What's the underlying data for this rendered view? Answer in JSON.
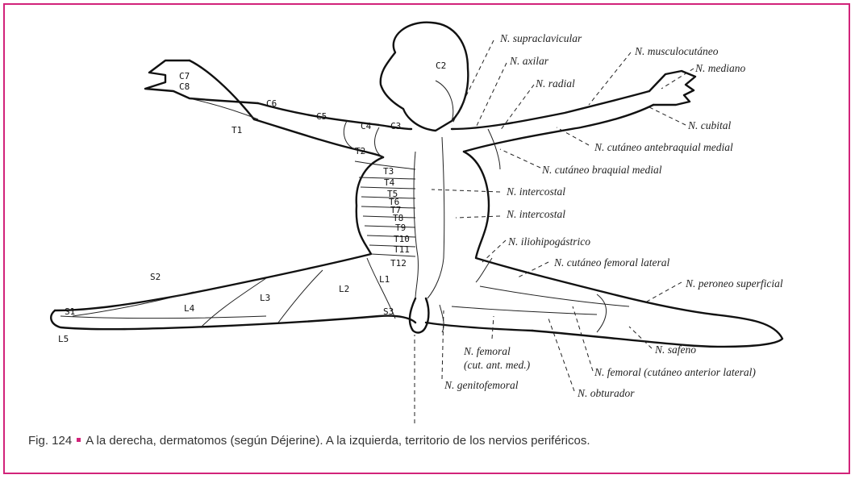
{
  "figure": {
    "nerve_labels": [
      "N. supraclavicular",
      "N. axilar",
      "N. musculocutáneo",
      "N. mediano",
      "N. radial",
      "N. cubital",
      "N. cutáneo antebraquial medial",
      "N. cutáneo braquial medial",
      "N. intercostal",
      "N. intercostal",
      "N. iliohipogástrico",
      "N. cutáneo femoral lateral",
      "N. peroneo superficial",
      "N. safeno",
      "N. femoral",
      "(cut. ant. med.)",
      "N. femoral (cutáneo anterior lateral)",
      "N. genitofemoral",
      "N. obturador"
    ],
    "dermatome_labels": [
      "C2",
      "C3",
      "C4",
      "C5",
      "C6",
      "C7",
      "C8",
      "T1",
      "T2",
      "T3",
      "T4",
      "T5",
      "T6",
      "T7",
      "T8",
      "T9",
      "T10",
      "T11",
      "T12",
      "L1",
      "L2",
      "L3",
      "L4",
      "L5",
      "S1",
      "S2",
      "S3"
    ]
  },
  "caption": {
    "prefix": "Fig. 124",
    "text": "A la derecha, dermatomos (según Déjerine). A la izquierda, territorio de los nervios periféricos."
  },
  "colors": {
    "frame": "#d2237a",
    "bullet": "#d2237a"
  }
}
